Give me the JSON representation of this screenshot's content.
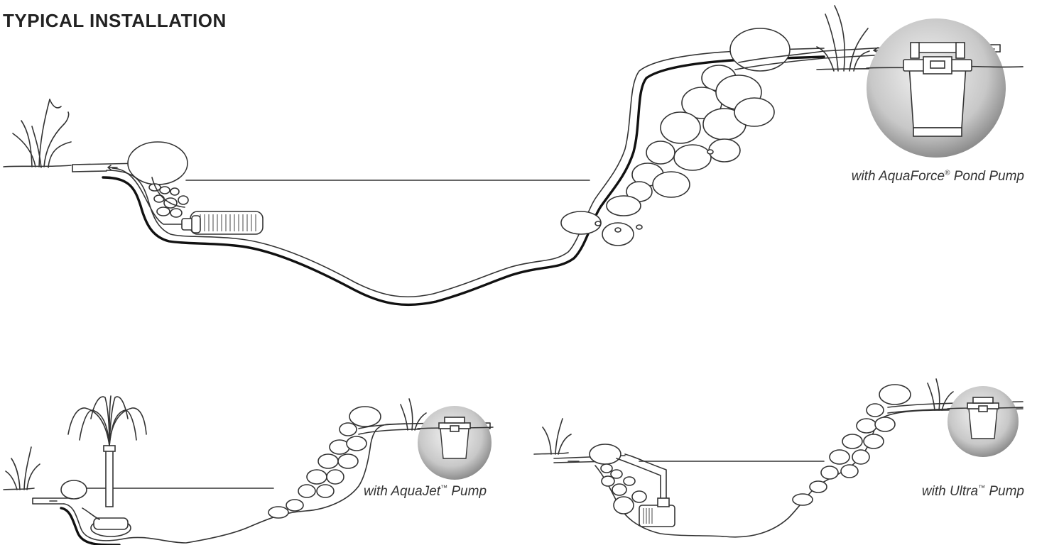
{
  "page": {
    "title": "TYPICAL INSTALLATION"
  },
  "diagrams": [
    {
      "id": "main",
      "caption": {
        "text": "with AquaForce",
        "mark": "®",
        "suffix": " Pond Pump"
      }
    },
    {
      "id": "left-small",
      "caption": {
        "text": "with AquaJet",
        "mark": "™",
        "suffix": " Pump"
      }
    },
    {
      "id": "right-small",
      "caption": {
        "text": "with Ultra",
        "mark": "™",
        "suffix": " Pump"
      }
    }
  ],
  "colors": {
    "ink": "#333333",
    "background": "#ffffff",
    "circle_gradient_inner": "#f2f2f2",
    "circle_gradient_outer": "#8e8e8e"
  }
}
